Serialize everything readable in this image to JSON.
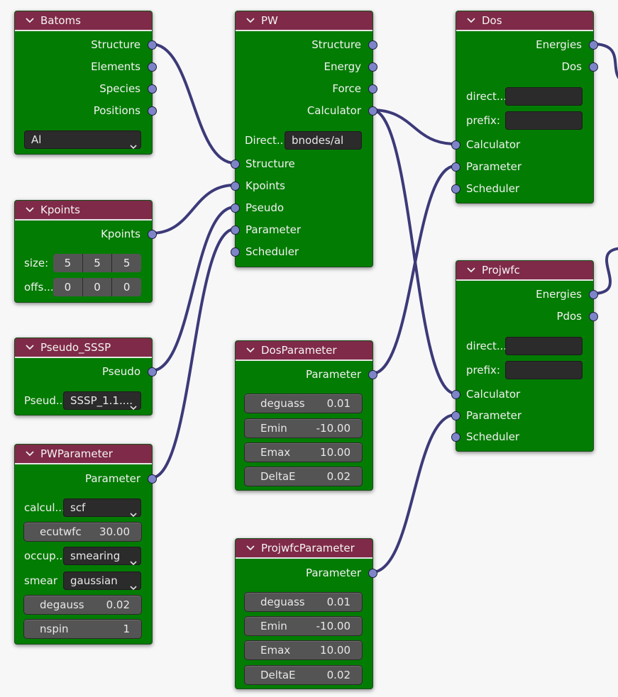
{
  "colors": {
    "node_body": "#037c03",
    "node_header": "#7f2a48",
    "socket": "#7d85c8",
    "link": "#3c3a78",
    "canvas": "#f7f7f8"
  },
  "nodes": {
    "batoms": {
      "title": "Batoms",
      "outputs": [
        "Structure",
        "Elements",
        "Species",
        "Positions"
      ],
      "select": "Al"
    },
    "kpoints": {
      "title": "Kpoints",
      "outputs": [
        "Kpoints"
      ],
      "size_label": "size:",
      "size": [
        "5",
        "5",
        "5"
      ],
      "offset_label": "offs...",
      "offset": [
        "0",
        "0",
        "0"
      ]
    },
    "pseudo": {
      "title": "Pseudo_SSSP",
      "outputs": [
        "Pseudo"
      ],
      "field_label": "Pseud...",
      "field_value": "SSSP_1.1...."
    },
    "pwparameter": {
      "title": "PWParameter",
      "outputs": [
        "Parameter"
      ],
      "calc_label": "calcul...",
      "calc_value": "scf",
      "ecutwfc_label": "ecutwfc",
      "ecutwfc_value": "30.00",
      "occup_label": "occup...",
      "occup_value": "smearing",
      "smear_label": "smear",
      "smear_value": "gaussian",
      "degauss_label": "degauss",
      "degauss_value": "0.02",
      "nspin_label": "nspin",
      "nspin_value": "1"
    },
    "pw": {
      "title": "PW",
      "outputs": [
        "Structure",
        "Energy",
        "Force",
        "Calculator"
      ],
      "direct_label": "Direct...",
      "direct_value": "bnodes/al",
      "inputs": [
        "Structure",
        "Kpoints",
        "Pseudo",
        "Parameter",
        "Scheduler"
      ]
    },
    "dosparameter": {
      "title": "DosParameter",
      "outputs": [
        "Parameter"
      ],
      "fields": [
        {
          "label": "deguass",
          "value": "0.01"
        },
        {
          "label": "Emin",
          "value": "-10.00"
        },
        {
          "label": "Emax",
          "value": "10.00"
        },
        {
          "label": "DeltaE",
          "value": "0.02"
        }
      ]
    },
    "projwfcparameter": {
      "title": "ProjwfcParameter",
      "outputs": [
        "Parameter"
      ],
      "fields": [
        {
          "label": "deguass",
          "value": "0.01"
        },
        {
          "label": "Emin",
          "value": "-10.00"
        },
        {
          "label": "Emax",
          "value": "10.00"
        },
        {
          "label": "DeltaE",
          "value": "0.02"
        }
      ]
    },
    "dos": {
      "title": "Dos",
      "outputs": [
        "Energies",
        "Dos"
      ],
      "direct_label": "direct...",
      "direct_value": "",
      "prefix_label": "prefix:",
      "prefix_value": "",
      "inputs": [
        "Calculator",
        "Parameter",
        "Scheduler"
      ]
    },
    "projwfc": {
      "title": "Projwfc",
      "outputs": [
        "Energies",
        "Pdos"
      ],
      "direct_label": "direct...",
      "direct_value": "",
      "prefix_label": "prefix:",
      "prefix_value": "",
      "inputs": [
        "Calculator",
        "Parameter",
        "Scheduler"
      ]
    }
  },
  "links": [
    {
      "from": "batoms.Structure",
      "to": "pw.Structure"
    },
    {
      "from": "kpoints.Kpoints",
      "to": "pw.Kpoints"
    },
    {
      "from": "pseudo.Pseudo",
      "to": "pw.Pseudo"
    },
    {
      "from": "pwparameter.Parameter",
      "to": "pw.Parameter"
    },
    {
      "from": "pw.Calculator",
      "to": "dos.Calculator"
    },
    {
      "from": "pw.Calculator",
      "to": "projwfc.Calculator"
    },
    {
      "from": "dosparameter.Parameter",
      "to": "dos.Parameter"
    },
    {
      "from": "projwfcparameter.Parameter",
      "to": "projwfc.Parameter"
    },
    {
      "from": "dos.Energies",
      "to": "offscreen"
    },
    {
      "from": "projwfc.Energies",
      "to": "offscreen"
    }
  ]
}
